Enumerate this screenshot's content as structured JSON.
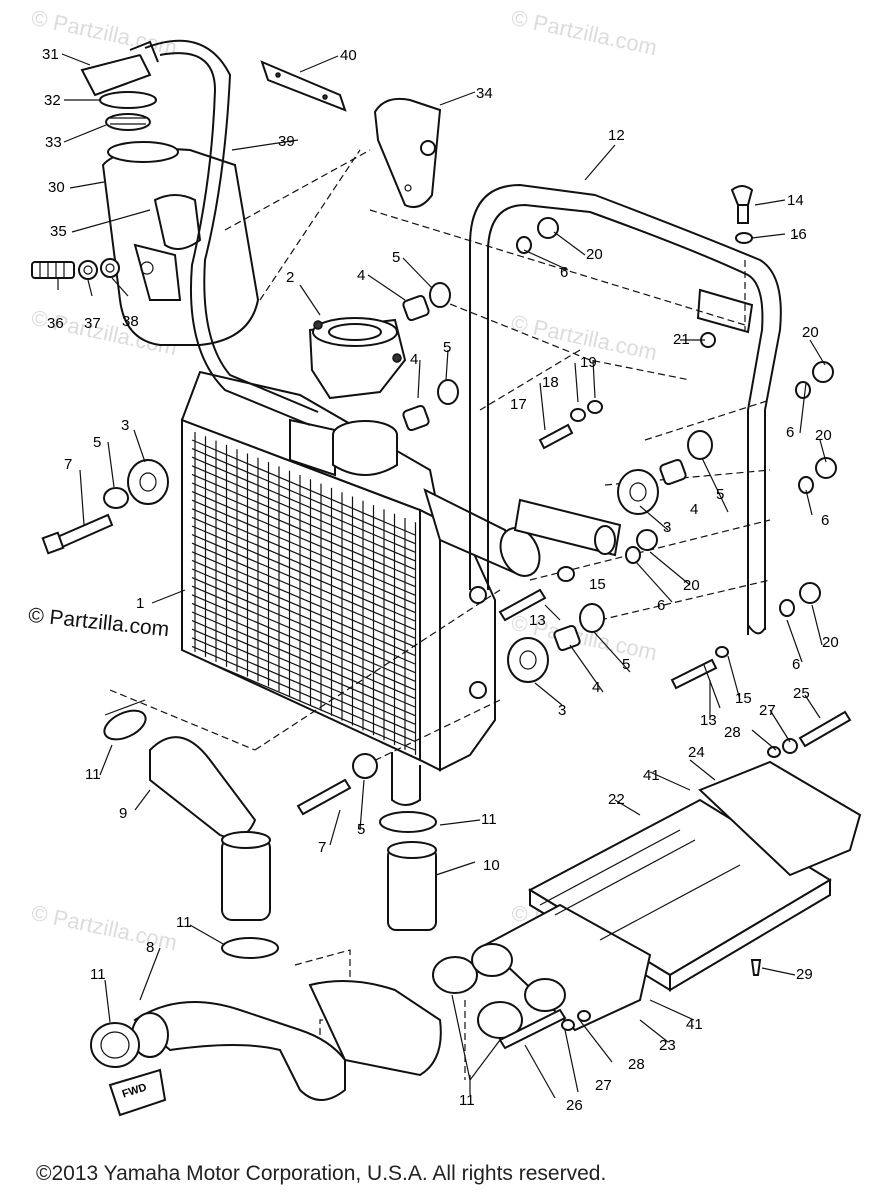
{
  "watermark": "© Partzilla.com",
  "copyright": "©2013 Yamaha Motor Corporation, U.S.A. All rights reserved.",
  "fwd_label": "FWD",
  "callouts": [
    "1",
    "2",
    "3",
    "3",
    "3",
    "4",
    "4",
    "4",
    "4",
    "5",
    "5",
    "5",
    "5",
    "5",
    "5",
    "6",
    "6",
    "6",
    "6",
    "6",
    "7",
    "7",
    "8",
    "9",
    "10",
    "11",
    "11",
    "11",
    "11",
    "11",
    "12",
    "13",
    "13",
    "14",
    "15",
    "15",
    "16",
    "17",
    "18",
    "19",
    "20",
    "20",
    "20",
    "20",
    "20",
    "21",
    "22",
    "23",
    "24",
    "25",
    "26",
    "27",
    "27",
    "28",
    "28",
    "29",
    "30",
    "31",
    "32",
    "33",
    "34",
    "35",
    "36",
    "37",
    "38",
    "39",
    "40",
    "41",
    "41"
  ]
}
